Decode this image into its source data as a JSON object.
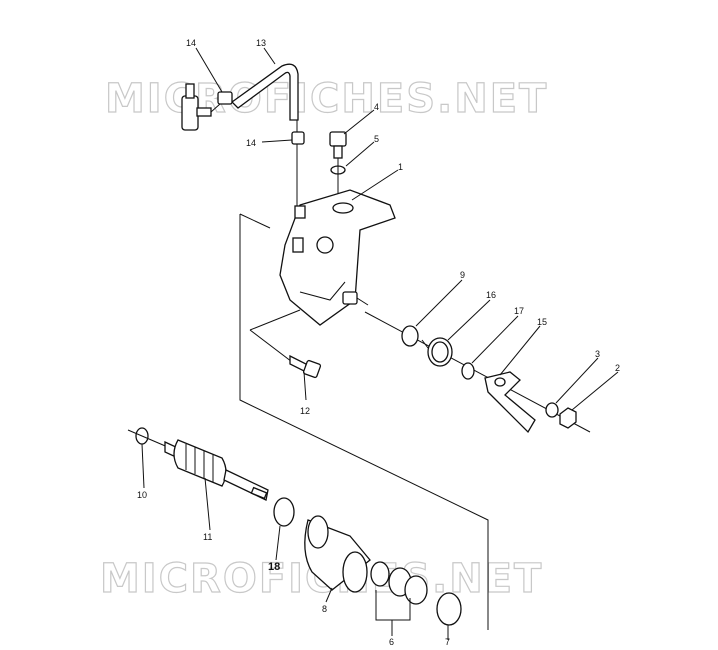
{
  "watermark": {
    "top": "MICROFICHES.NET",
    "bottom": "MICROFICHES.NET"
  },
  "callouts": {
    "c1": "1",
    "c2": "2",
    "c3": "3",
    "c4": "4",
    "c5": "5",
    "c6": "6",
    "c7": "7",
    "c8": "8",
    "c9": "9",
    "c10": "10",
    "c11": "11",
    "c12": "12",
    "c13": "13",
    "c14a": "14",
    "c14b": "14",
    "c15": "15",
    "c16": "16",
    "c17": "17",
    "c18": "18"
  }
}
